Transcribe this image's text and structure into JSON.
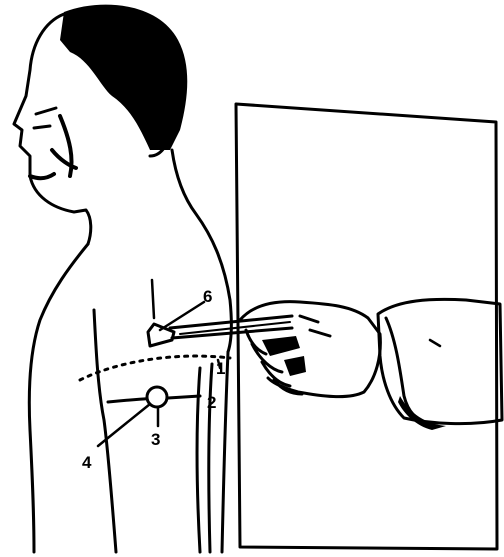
{
  "figure": {
    "labels": [
      "1",
      "2",
      "3",
      "4",
      "6"
    ],
    "colors": {
      "ink": "#000000",
      "paper": "#ffffff"
    }
  }
}
